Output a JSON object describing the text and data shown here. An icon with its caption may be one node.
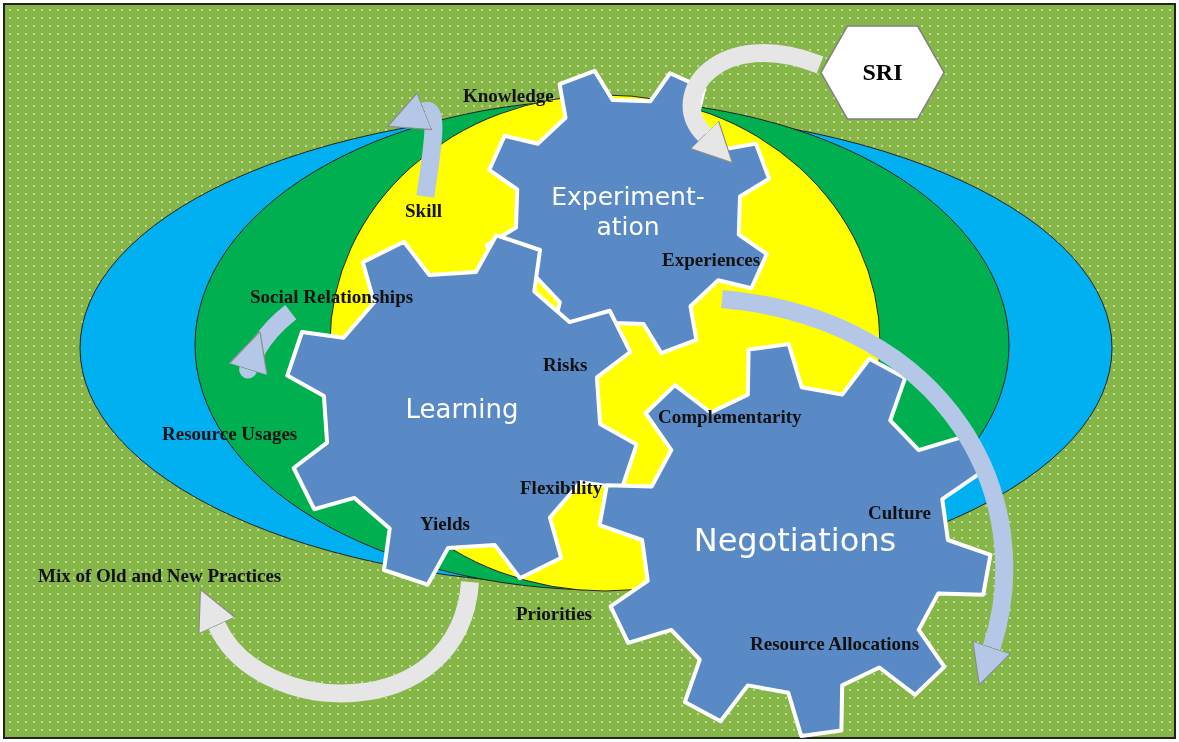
{
  "diagram": {
    "nodes": [
      {
        "text": [
          "SRI"
        ]
      },
      {
        "text": [
          "Experiment- ation"
        ]
      },
      {
        "text": [
          "Learning"
        ]
      },
      {
        "text": [
          "Negotiations"
        ]
      },
      {
        "text": [
          "Mix of Old and New Practices"
        ]
      },
      {
        "text": [
          "Knowledge"
        ]
      },
      {
        "text": [
          "Skill"
        ]
      },
      {
        "text": [
          "Social Relationships"
        ]
      },
      {
        "text": [
          "Resource Usages"
        ]
      }
    ],
    "edges": [
      {
        "from": 0,
        "to": 1,
        "arrow": "to",
        "color": "#e7e6e6"
      },
      {
        "from": 6,
        "to": 5,
        "arrow": "to"
      },
      {
        "from": 7,
        "to": 8,
        "arrow": "to"
      },
      {
        "from": 1,
        "to": 3,
        "arrow": "to"
      },
      {
        "from": null,
        "to": 4,
        "arrow": "to",
        "color": "#e7e6e6"
      }
    ],
    "labels": [
      "Experiences",
      "Risks",
      "Complementarity",
      "Flexibility",
      "Culture",
      "Yields",
      "Priorities",
      "Resource Allocations"
    ]
  }
}
